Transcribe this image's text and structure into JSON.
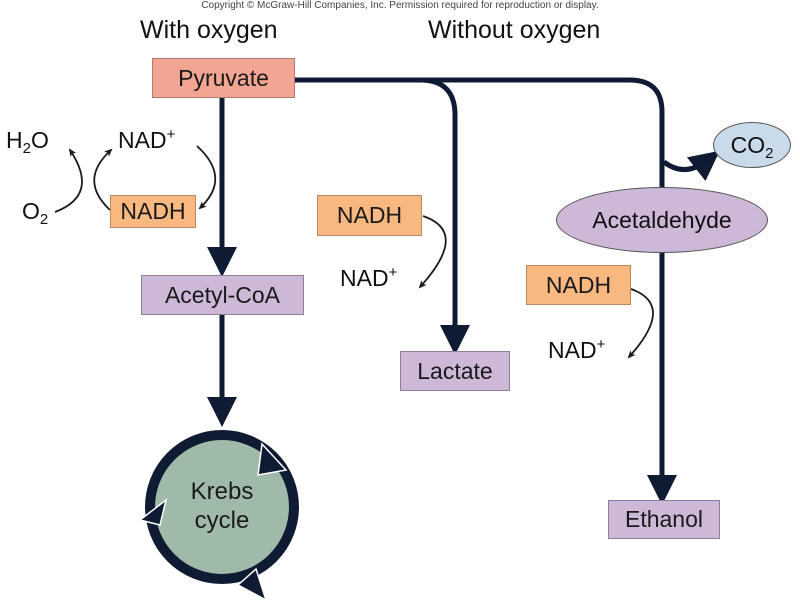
{
  "copyright": "Copyright © McGraw-Hill Companies, Inc. Permission required for reproduction or display.",
  "headers": {
    "with_oxygen": "With oxygen",
    "without_oxygen": "Without oxygen"
  },
  "nodes": {
    "pyruvate": "Pyruvate",
    "aerobic_nadh": "NADH",
    "aerobic_nad_plus": "NAD",
    "h2o_h": "H",
    "h2o_sub": "2",
    "h2o_o": "O",
    "o2_o": "O",
    "o2_sub": "2",
    "acetyl_coa": "Acetyl-CoA",
    "krebs_line1": "Krebs",
    "krebs_line2": "cycle",
    "lactic_nadh": "NADH",
    "lactic_nad_plus": "NAD",
    "lactate": "Lactate",
    "co2_c": "CO",
    "co2_sub": "2",
    "acetaldehyde": "Acetaldehyde",
    "ethanol_nadh": "NADH",
    "ethanol_nad_plus": "NAD",
    "ethanol": "Ethanol",
    "plus_sign": "+"
  },
  "colors": {
    "pathway_line": "#0f1a33",
    "pyruvate_fill": "#f2a593",
    "nadh_fill": "#f9b880",
    "product_fill": "#cdb8d8",
    "co2_fill": "#c9daea",
    "krebs_fill": "#9fbaa8"
  }
}
